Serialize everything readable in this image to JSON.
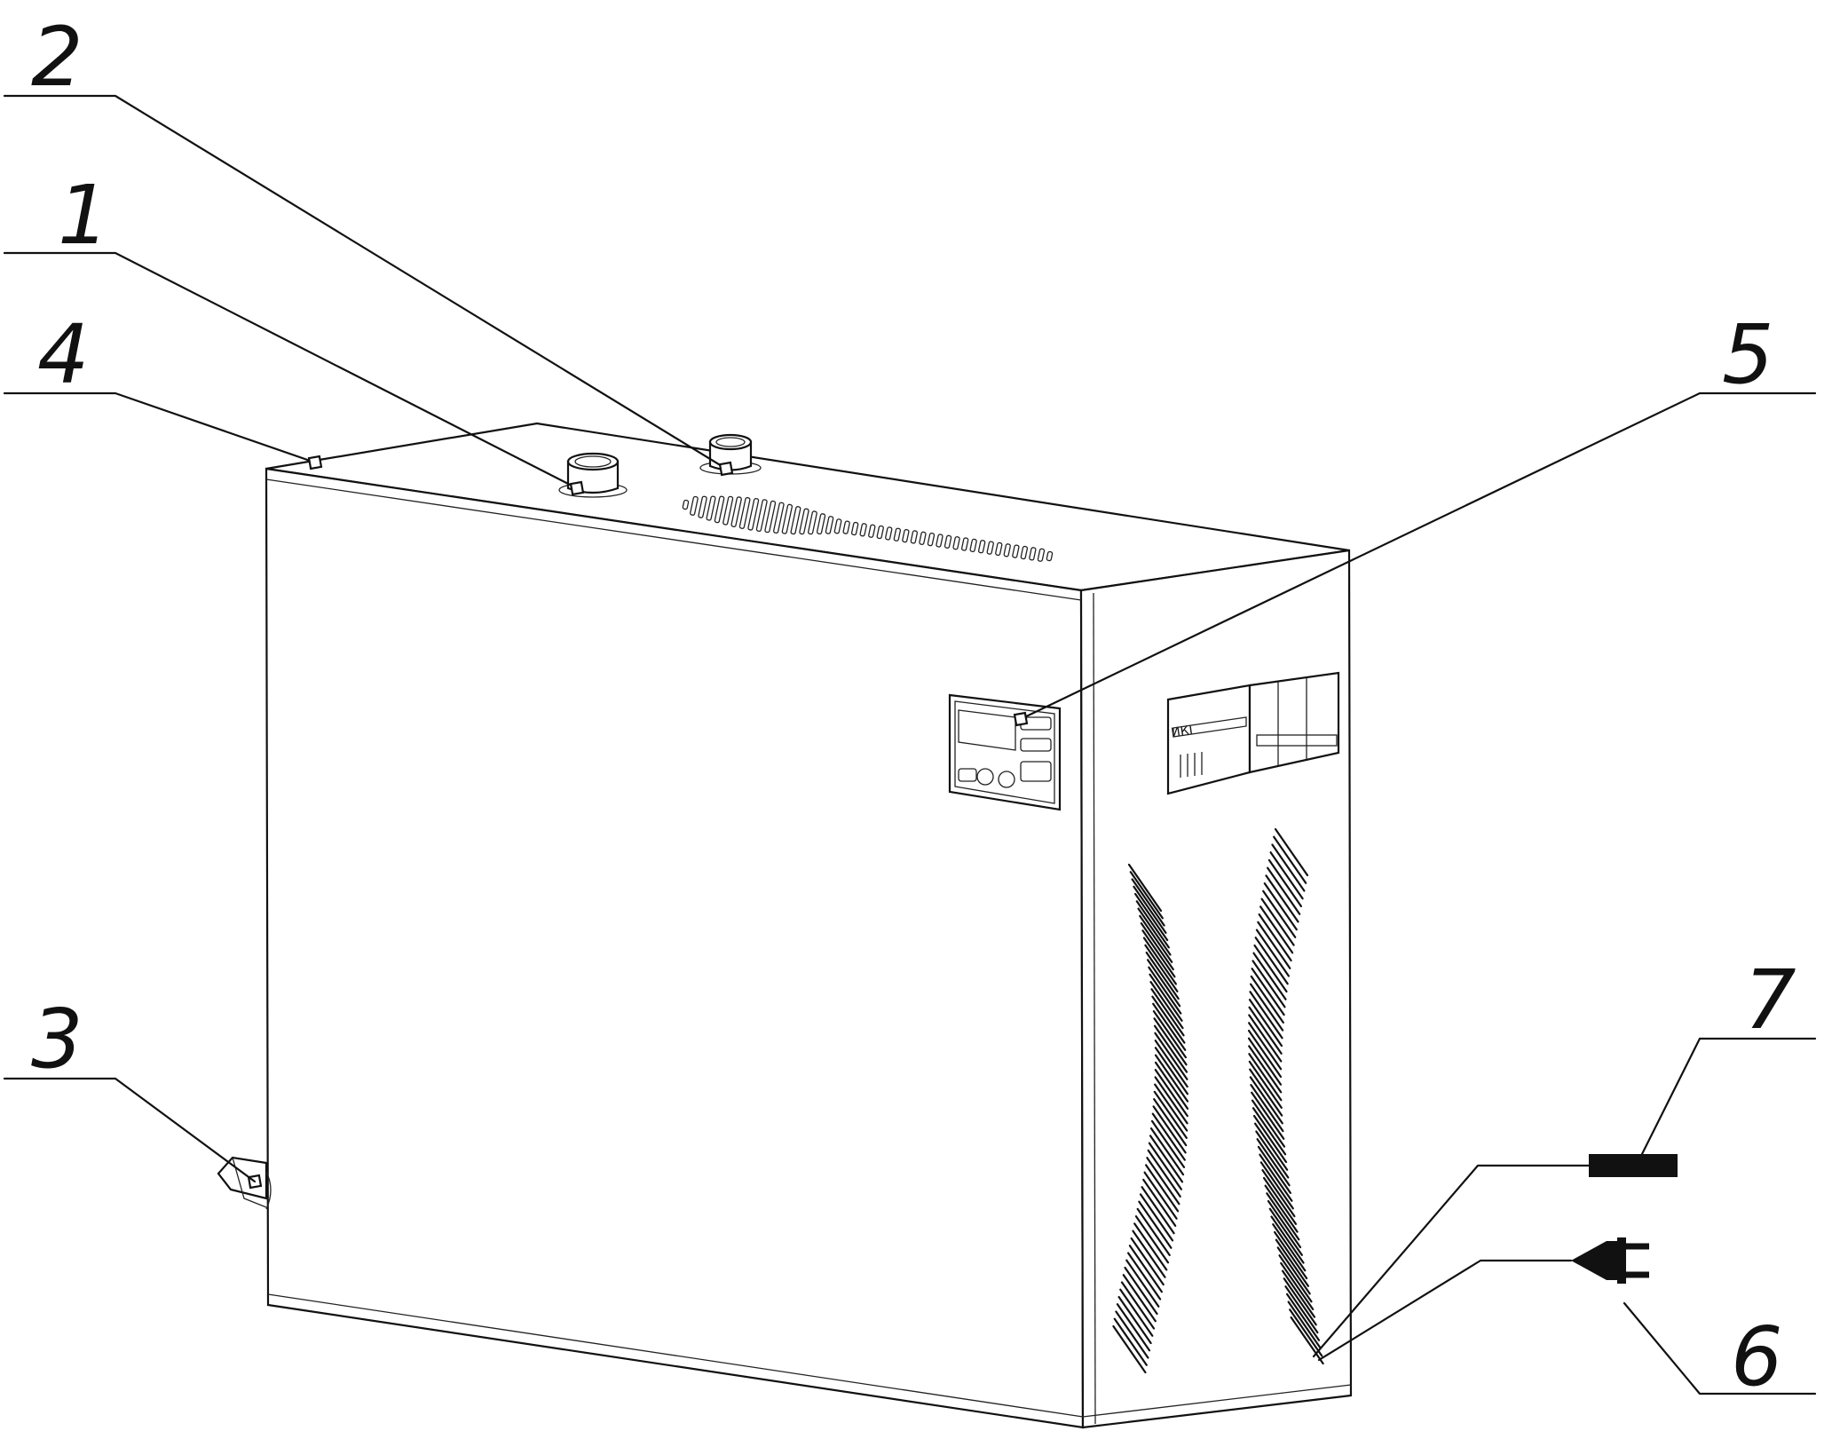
{
  "callouts": [
    {
      "id": "1",
      "text": "1"
    },
    {
      "id": "2",
      "text": "2"
    },
    {
      "id": "3",
      "text": "3"
    },
    {
      "id": "4",
      "text": "4"
    },
    {
      "id": "5",
      "text": "5"
    },
    {
      "id": "6",
      "text": "6"
    },
    {
      "id": "7",
      "text": "7"
    }
  ],
  "panel": {
    "brand": "ИКI"
  },
  "colors": {
    "line": "#111111",
    "background": "#ffffff",
    "cable": "#111111"
  }
}
